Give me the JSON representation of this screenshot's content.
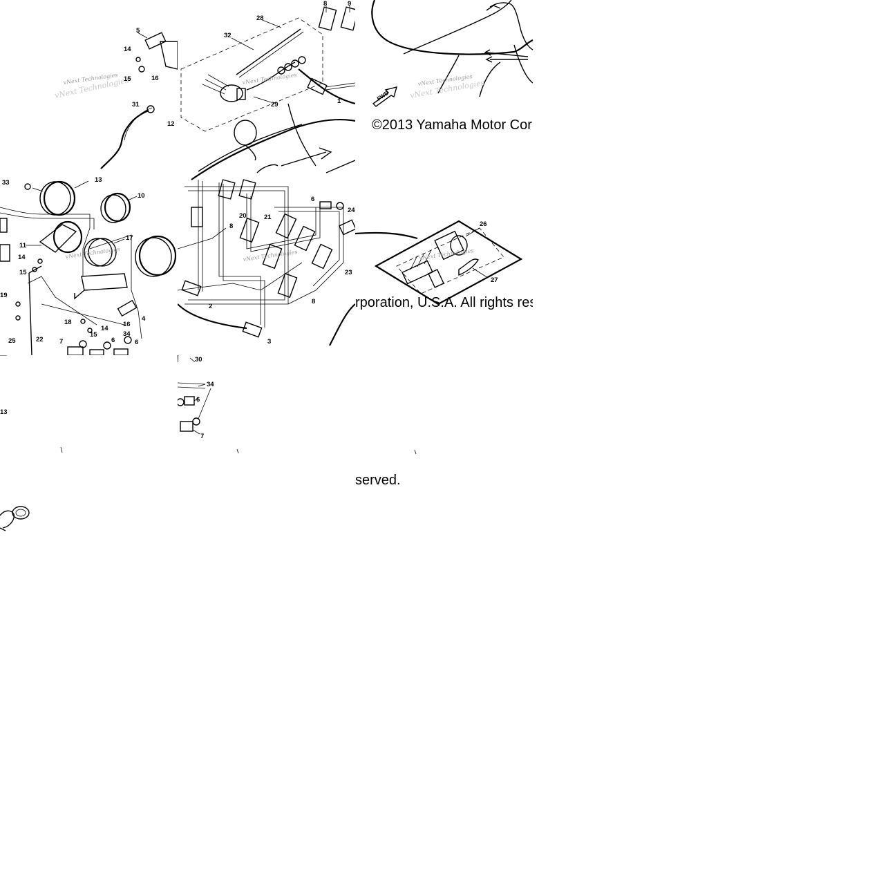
{
  "copyright": {
    "part1": "©2013 Yamaha Motor Cor",
    "part2": "rporation, U.S.A. All rights res",
    "part3": "served."
  },
  "watermark": "vNext Technologies",
  "fwd_label": "FWD",
  "callouts": {
    "tl": [
      "5",
      "14",
      "15",
      "16",
      "31",
      "12",
      "33",
      "13",
      "10",
      "11",
      "14",
      "15",
      "17",
      "19",
      "18",
      "16",
      "4",
      "14",
      "15",
      "25",
      "22",
      "7",
      "6",
      "34",
      "6",
      "13"
    ],
    "tm": [
      "28",
      "32",
      "8",
      "9",
      "29",
      "1",
      "20",
      "21",
      "8",
      "6",
      "24",
      "2",
      "23",
      "8",
      "3",
      "30",
      "34",
      "6",
      "7"
    ],
    "tr": [
      "26",
      "27"
    ]
  },
  "colors": {
    "ink": "#000000",
    "watermark": "#9a9a9a",
    "background": "#ffffff"
  }
}
